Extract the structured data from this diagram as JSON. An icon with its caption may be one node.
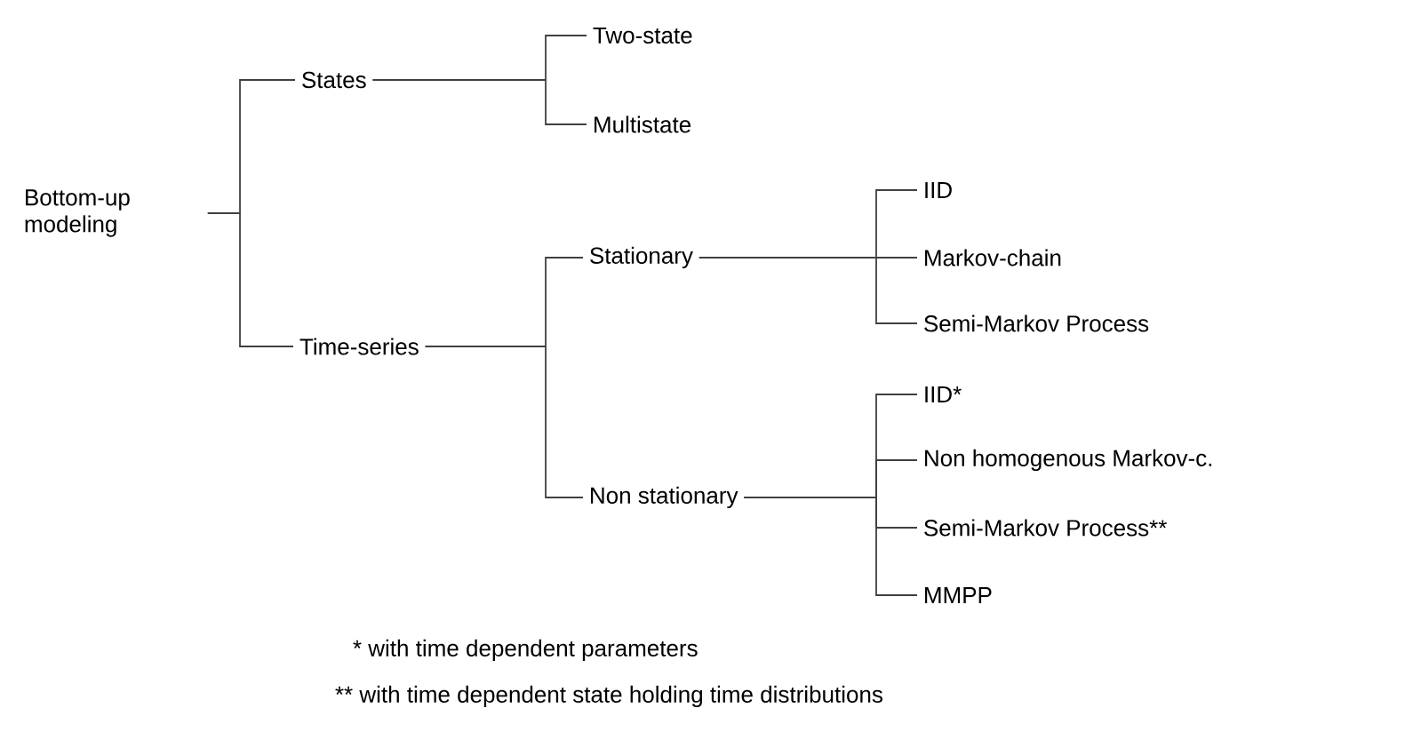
{
  "diagram": {
    "nodes": [
      {
        "text": [
          "Bottom-up modeling"
        ]
      },
      {
        "text": [
          "States"
        ]
      },
      {
        "text": [
          "Time-series"
        ]
      },
      {
        "text": [
          "Two-state"
        ]
      },
      {
        "text": [
          "Multistate"
        ]
      },
      {
        "text": [
          "Stationary"
        ]
      },
      {
        "text": [
          "Non stationary"
        ]
      },
      {
        "text": [
          "IID"
        ]
      },
      {
        "text": [
          "Markov-chain"
        ]
      },
      {
        "text": [
          "Semi-Markov Process"
        ]
      },
      {
        "text": [
          "IID*"
        ]
      },
      {
        "text": [
          "Non homogenous Markov-c."
        ]
      },
      {
        "text": [
          "Semi-Markov Process**"
        ]
      },
      {
        "text": [
          "MMPP"
        ]
      }
    ],
    "edges": [
      {
        "from": 0,
        "to": 1,
        "arrow": "none"
      },
      {
        "from": 0,
        "to": 2,
        "arrow": "none"
      },
      {
        "from": 1,
        "to": 3,
        "arrow": "none"
      },
      {
        "from": 1,
        "to": 4,
        "arrow": "none"
      },
      {
        "from": 2,
        "to": 5,
        "arrow": "none"
      },
      {
        "from": 2,
        "to": 6,
        "arrow": "none"
      },
      {
        "from": 5,
        "to": 7,
        "arrow": "none"
      },
      {
        "from": 5,
        "to": 8,
        "arrow": "none"
      },
      {
        "from": 5,
        "to": 9,
        "arrow": "none"
      },
      {
        "from": 6,
        "to": 10,
        "arrow": "none"
      },
      {
        "from": 6,
        "to": 11,
        "arrow": "none"
      },
      {
        "from": 6,
        "to": 12,
        "arrow": "none"
      },
      {
        "from": 6,
        "to": 13,
        "arrow": "none"
      }
    ],
    "labels": [
      "* with time dependent parameters",
      "** with time dependent state holding time distributions"
    ]
  }
}
